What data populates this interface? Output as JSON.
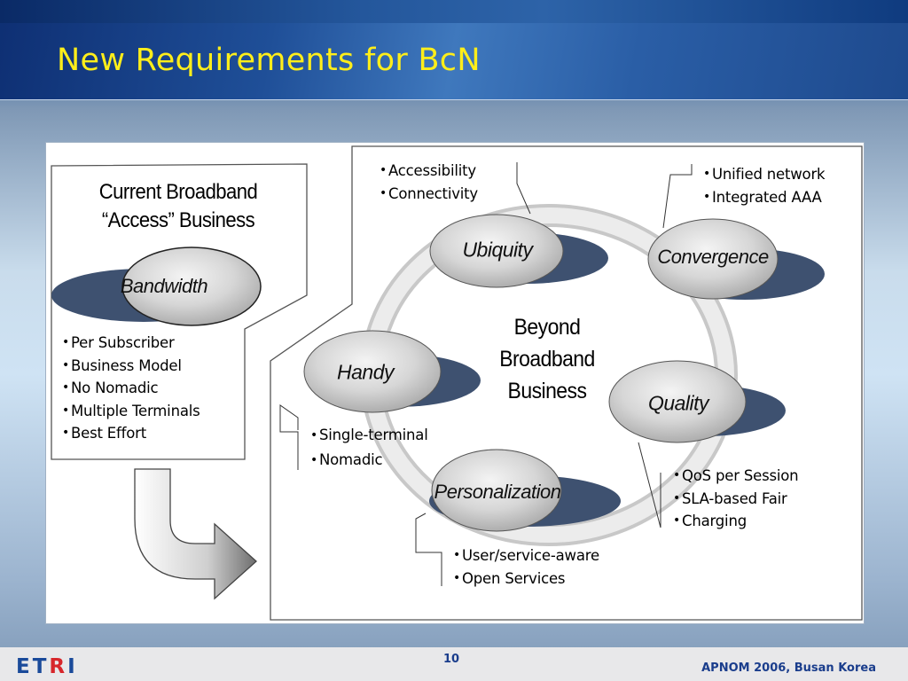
{
  "title": "New Requirements for BcN",
  "left_box": {
    "heading_line1": "Current Broadband",
    "heading_line2": "“Access” Business",
    "node": "Bandwidth",
    "bullets": [
      "Per Subscriber",
      "Business Model",
      "No Nomadic",
      "Multiple Terminals",
      "Best Effort"
    ]
  },
  "center": {
    "line1": "Beyond",
    "line2": "Broadband",
    "line3": "Business"
  },
  "nodes": {
    "ubiquity": "Ubiquity",
    "convergence": "Convergence",
    "handy": "Handy",
    "quality": "Quality",
    "personalization": "Personalization"
  },
  "notes": {
    "ubiquity": [
      "Accessibility",
      "Connectivity"
    ],
    "convergence": [
      "Unified network",
      "Integrated AAA"
    ],
    "handy": [
      "Single-terminal",
      "Nomadic"
    ],
    "quality": [
      "QoS per Session",
      "SLA-based Fair",
      "Charging"
    ],
    "personalization": [
      "User/service-aware",
      "Open Services"
    ]
  },
  "footer": {
    "logo_e": "ET",
    "logo_r": "R",
    "logo_i": "I",
    "page_number": "10",
    "conference": "APNOM 2006, Busan Korea"
  },
  "colors": {
    "title": "#ffee1a",
    "node_shadow": "#3e5170",
    "node_fill": "#d9d9d9",
    "footer_text": "#1a3d8c"
  }
}
